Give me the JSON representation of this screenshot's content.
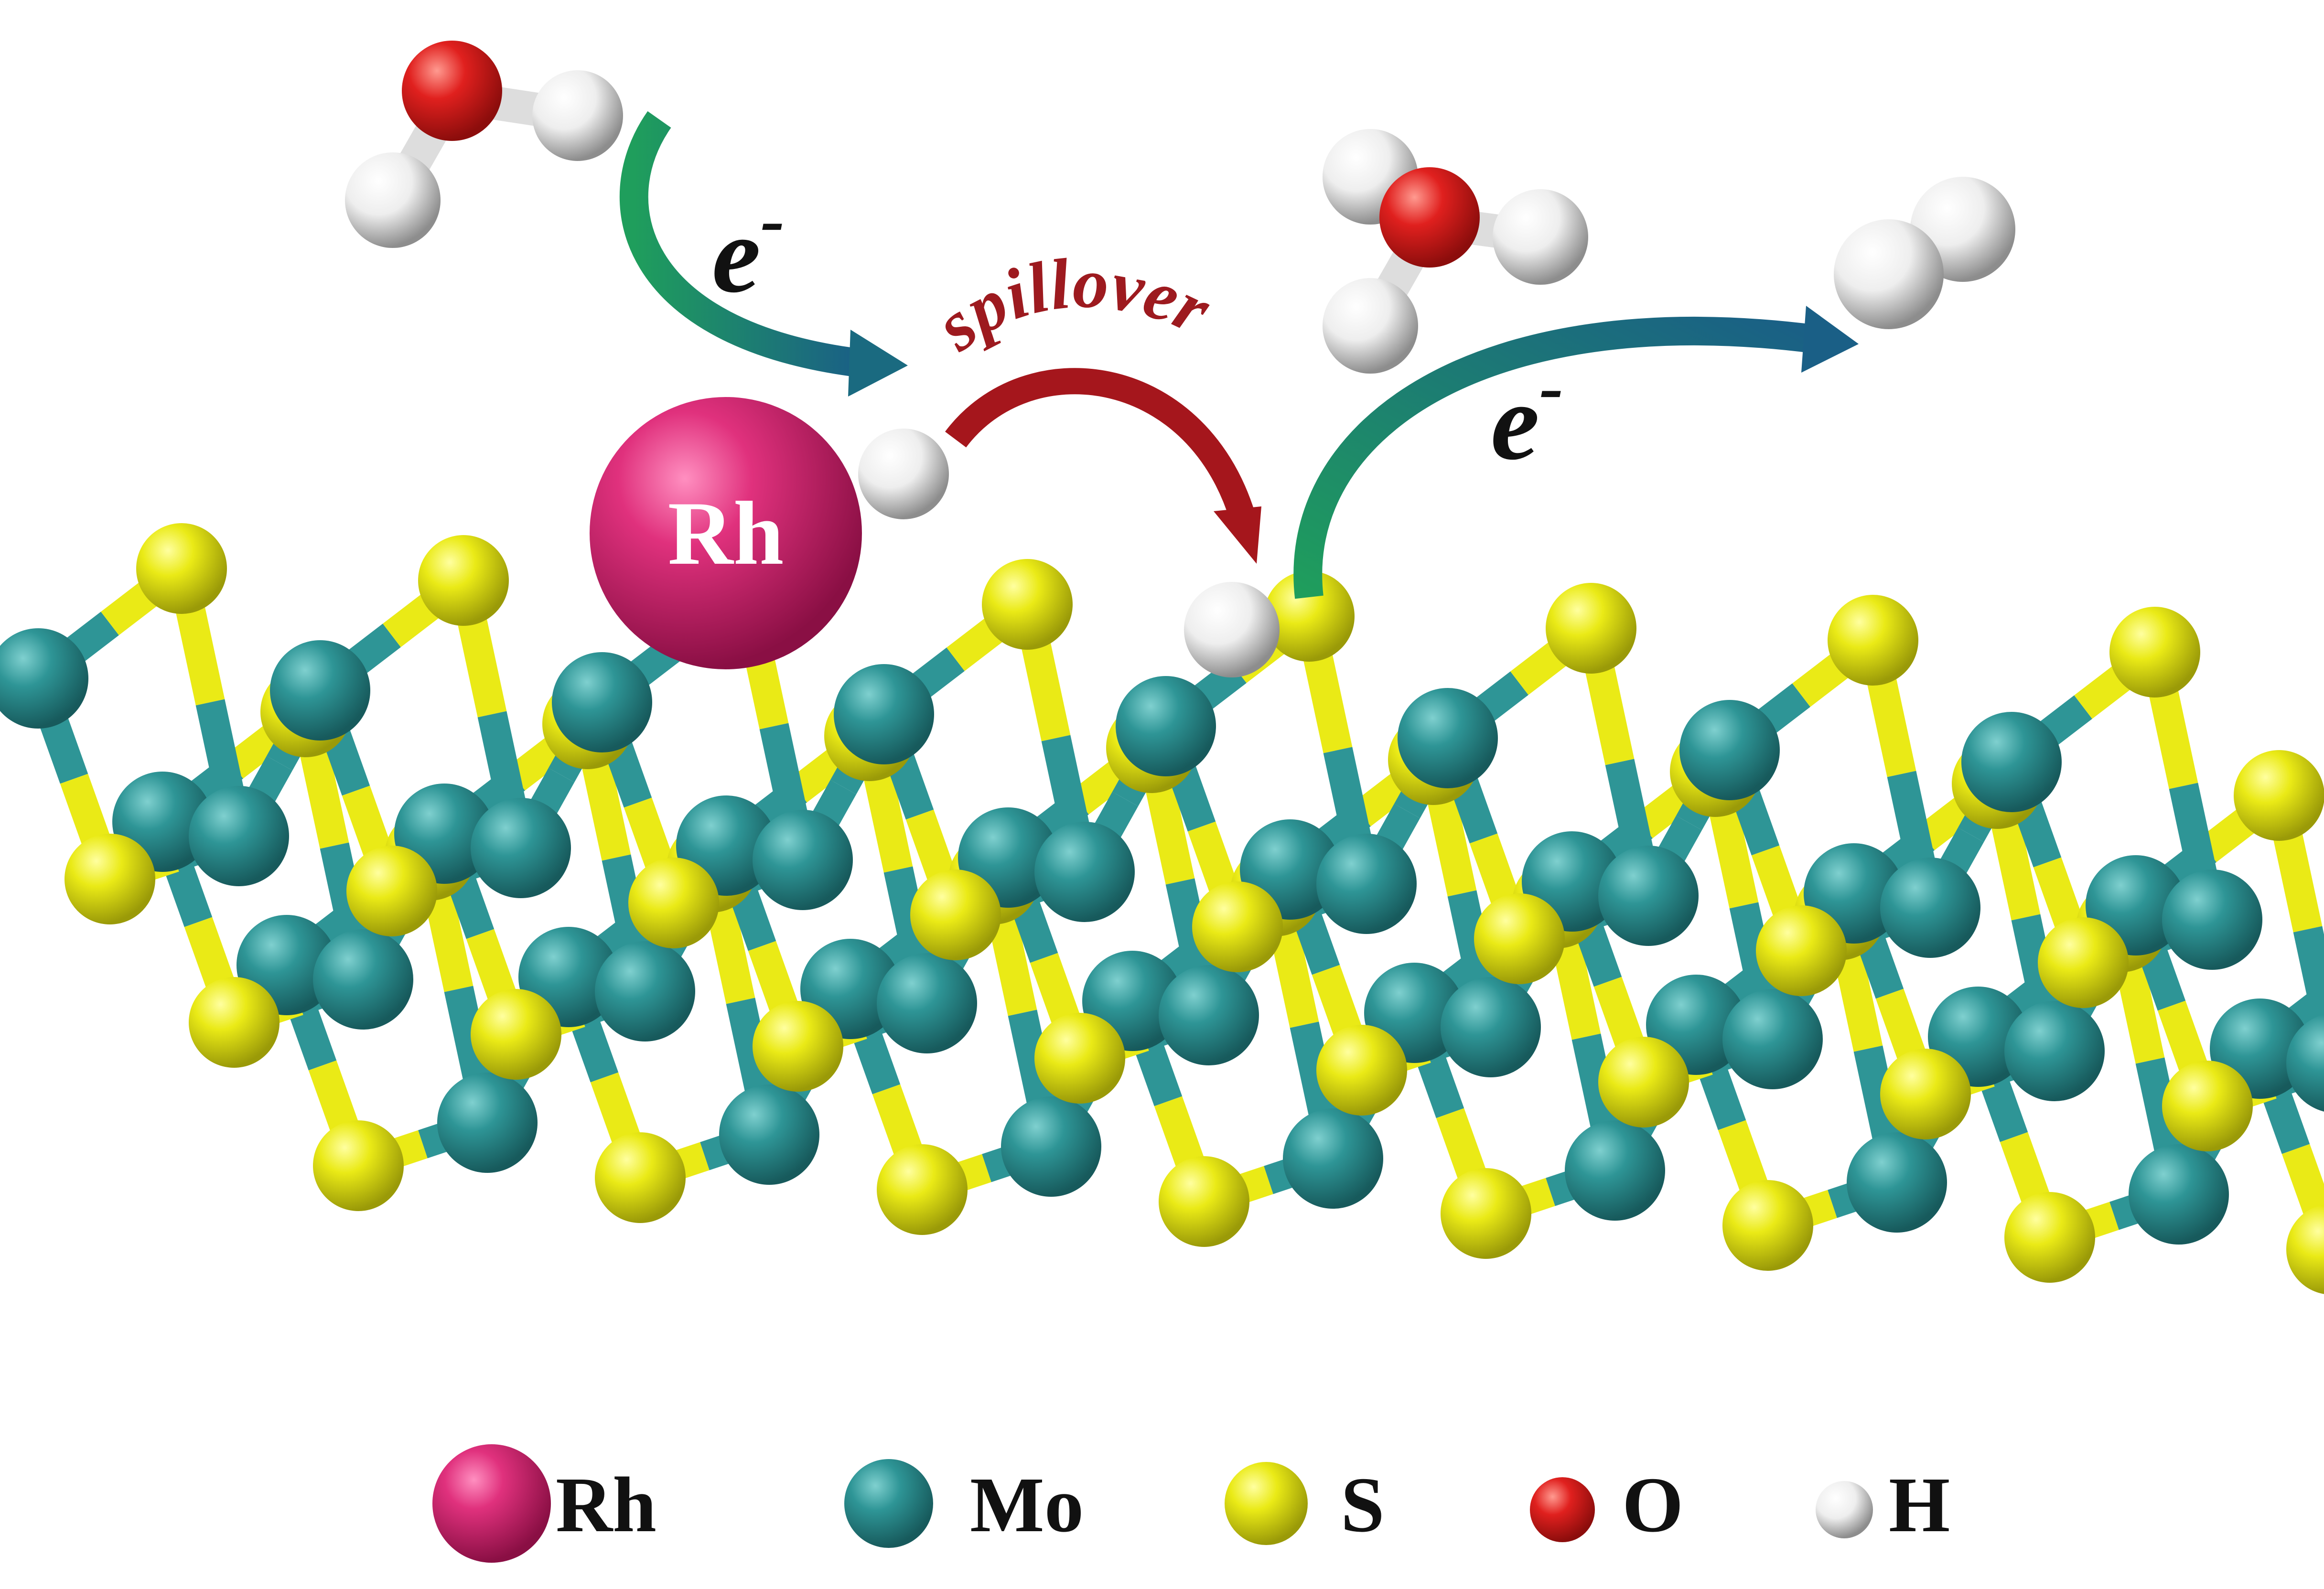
{
  "diagram": {
    "labels": {
      "electron_left": "e",
      "electron_right": "e",
      "electron_superscript": "-",
      "spillover": "spillover",
      "rh_sphere": "Rh"
    },
    "legend": [
      {
        "symbol": "Rh",
        "color": "#d6226e"
      },
      {
        "symbol": "Mo",
        "color": "#2e9596"
      },
      {
        "symbol": "S",
        "color": "#eaea16"
      },
      {
        "symbol": "O",
        "color": "#e0201e"
      },
      {
        "symbol": "H",
        "color": "#f2f2f2"
      }
    ],
    "colors": {
      "arrow_electron_start": "#1f9e5c",
      "arrow_electron_end": "#1a5f86",
      "arrow_spillover": "#a5161c",
      "spillover_text": "#9d1a1f"
    }
  }
}
